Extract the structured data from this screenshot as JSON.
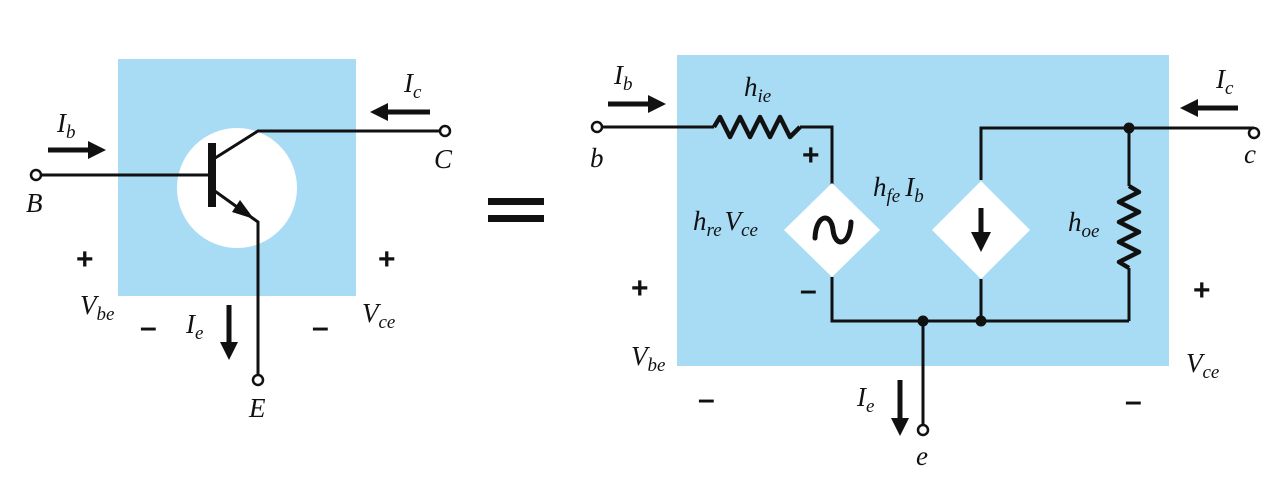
{
  "transistor": {
    "terminals": {
      "base": "B",
      "collector": "C",
      "emitter": "E"
    },
    "currents": {
      "base": "I",
      "base_sub": "b",
      "collector": "I",
      "collector_sub": "c",
      "emitter": "I",
      "emitter_sub": "e"
    },
    "voltages": {
      "vbe": "V",
      "vbe_sub": "be",
      "vce": "V",
      "vce_sub": "ce",
      "plus": "+",
      "minus": "–"
    }
  },
  "equals": "=",
  "model": {
    "terminals": {
      "base": "b",
      "collector": "c",
      "emitter": "e"
    },
    "currents": {
      "base": "I",
      "base_sub": "b",
      "collector": "I",
      "collector_sub": "c",
      "emitter": "I",
      "emitter_sub": "e"
    },
    "params": {
      "hie": "h",
      "hie_sub": "ie",
      "hre": "h",
      "hre_sub": "re",
      "hre_v": "V",
      "hre_v_sub": "ce",
      "hfe": "h",
      "hfe_sub": "fe",
      "hfe_i": "I",
      "hfe_i_sub": "b",
      "hoe": "h",
      "hoe_sub": "oe"
    },
    "voltages": {
      "vbe": "V",
      "vbe_sub": "be",
      "vce": "V",
      "vce_sub": "ce",
      "plus": "+",
      "minus": "–"
    },
    "colors": {
      "region_fill": "#a8dcf5",
      "wire": "#111111"
    }
  }
}
